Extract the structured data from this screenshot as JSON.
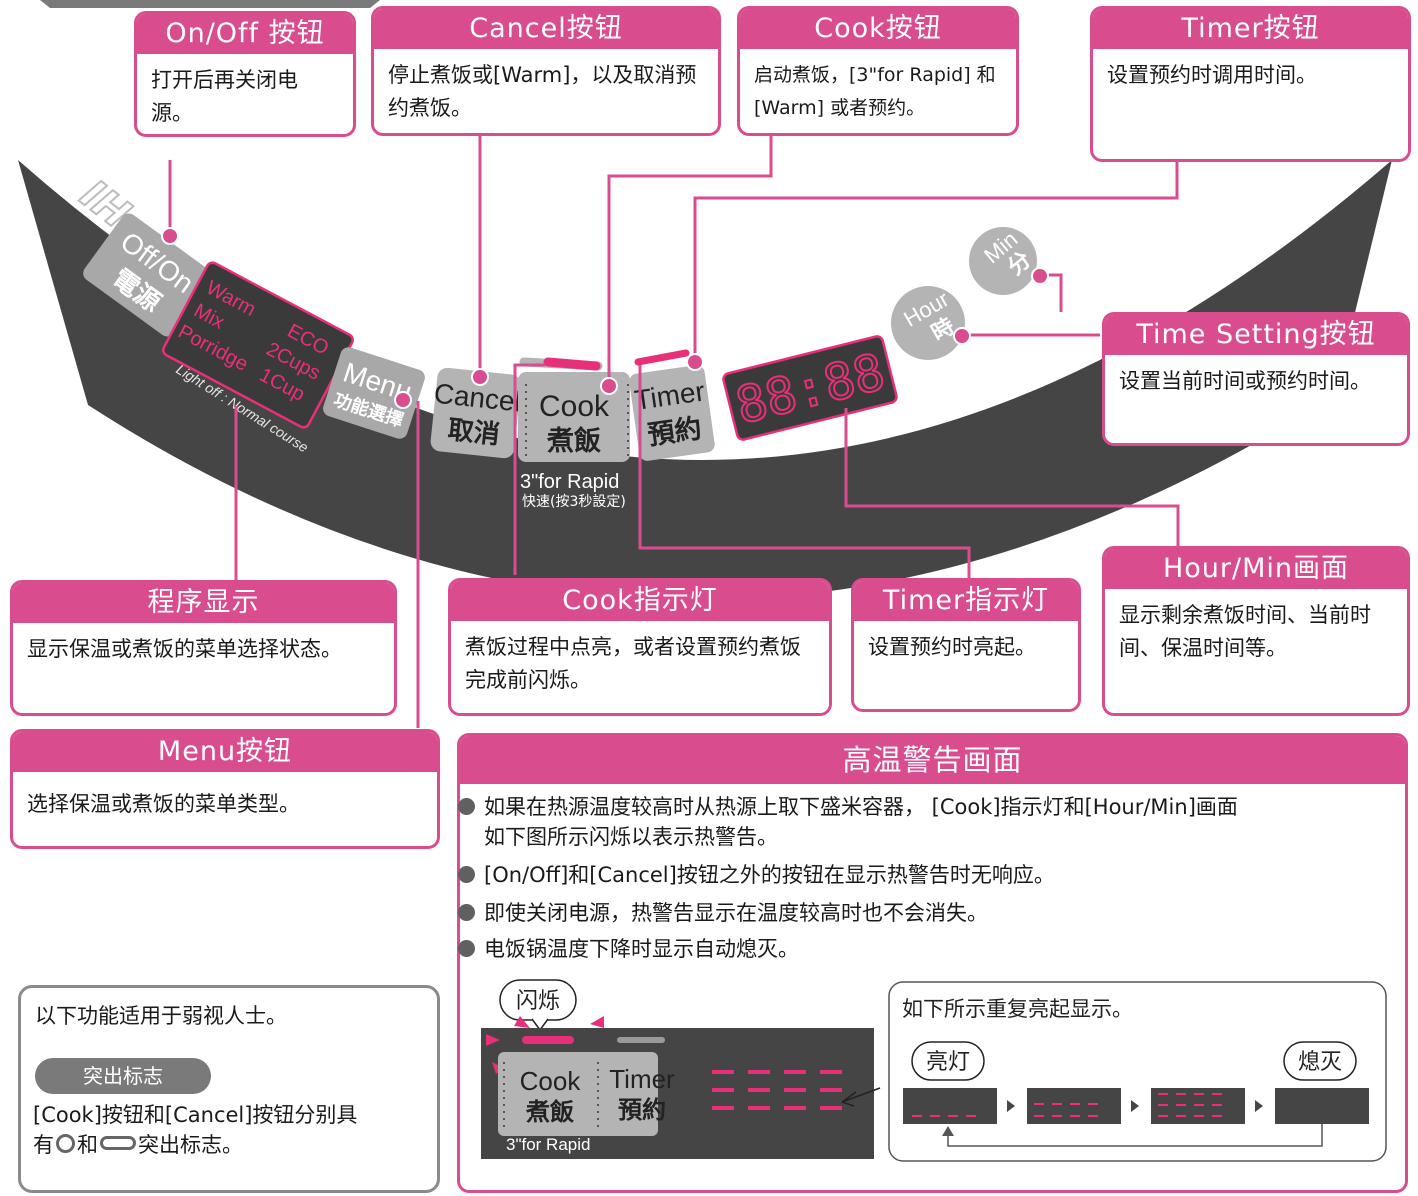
{
  "callouts": {
    "onoff": {
      "title": "On/Off 按钮",
      "text": "打开后再关闭电源。"
    },
    "cancel": {
      "title": "Cancel按钮",
      "text": "停止煮饭或[Warm]，以及取消预约煮饭。"
    },
    "cook": {
      "title": "Cook按钮",
      "text": "启动煮饭，[3\"for Rapid] 和 [Warm] 或者预约。"
    },
    "timer": {
      "title": "Timer按钮",
      "text": "设置预约时调用时间。"
    },
    "time_setting": {
      "title": "Time Setting按钮",
      "text": "设置当前时间或预约时间。"
    },
    "program": {
      "title": "程序显示",
      "text": "显示保温或煮饭的菜单选择状态。"
    },
    "cook_light": {
      "title": "Cook指示灯",
      "text": "煮饭过程中点亮，或者设置预约煮饭完成前闪烁。"
    },
    "timer_light": {
      "title": "Timer指示灯",
      "text": "设置预约时亮起。"
    },
    "hourmin": {
      "title": "Hour/Min画面",
      "text": "显示剩余煮饭时间、当前时间、保温时间等。"
    },
    "menu": {
      "title": "Menu按钮",
      "text": "选择保温或煮饭的菜单类型。"
    }
  },
  "panel": {
    "ih": "IH",
    "offon_en": "Off/On",
    "offon_cn": "電源",
    "warm": "Warm",
    "eco": "ECO",
    "mix": "Mix",
    "cups2": "2Cups",
    "porridge": "Porridge",
    "cup1": "1Cup",
    "light_off": "Light off : Normal course",
    "menu_en": "Menu",
    "menu_cn": "功能選擇",
    "cancel_en": "Cancel",
    "cancel_cn": "取消",
    "cook_en": "Cook",
    "cook_cn": "煮飯",
    "rapid": "3\"for Rapid",
    "rapid_cn": "快速(按3秒設定)",
    "timer_en": "Timer",
    "timer_cn": "預約",
    "display": "88:88",
    "hour_en": "Hour",
    "hour_cn": "時",
    "min_en": "Min",
    "min_cn": "分"
  },
  "warning": {
    "title": "高温警告画面",
    "bullets": [
      "如果在热源温度较高时从热源上取下盛米容器，  [Cook]指示灯和[Hour/Min]画面",
      "如下图所示闪烁以表示热警告。",
      "[On/Off]和[Cancel]按钮之外的按钮在显示热警告时无响应。",
      "即使关闭电源，热警告显示在温度较高时也不会消失。",
      "电饭锅温度下降时显示自动熄灭。"
    ],
    "flash_label": "闪烁",
    "cook_en": "Cook",
    "cook_cn": "煮飯",
    "timer_en": "Timer",
    "timer_cn": "預約",
    "rapid": "3\"for Rapid",
    "repeat_text": "如下所示重复亮起显示。",
    "on_label": "亮灯",
    "off_label": "熄灭"
  },
  "lowvision": {
    "text": "以下功能适用于弱视人士。",
    "badge": "突出标志",
    "line1": "[Cook]按钮和[Cancel]按钮分别具",
    "line2_a": "有",
    "line2_b": "和",
    "line2_c": "突出标志。"
  },
  "colors": {
    "accent": "#d94d8f",
    "panel": "#454545",
    "button": "#b4b4b4",
    "led": "#e8307a"
  }
}
